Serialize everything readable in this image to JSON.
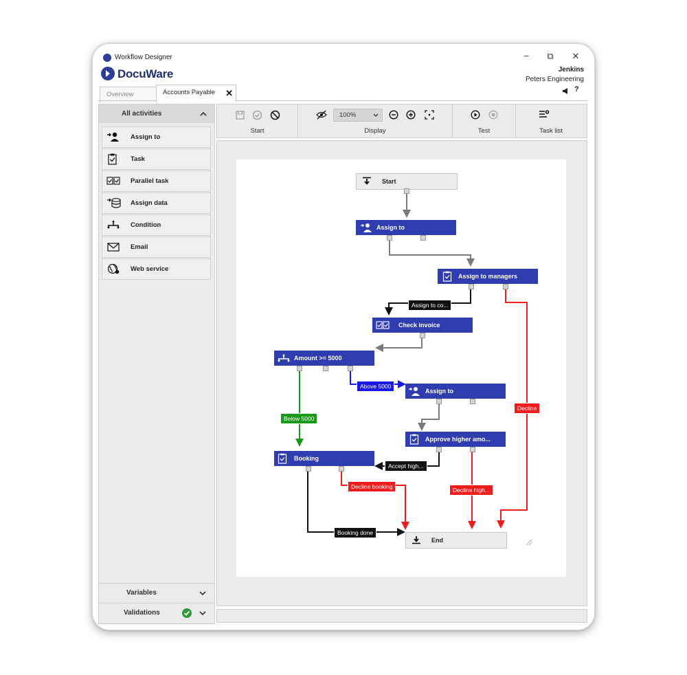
{
  "window": {
    "title": "Workflow Designer",
    "brand": "DocuWare",
    "controls": {
      "minimize": "−",
      "restore": "⧉",
      "close": "✕"
    }
  },
  "user": {
    "name": "Jenkins",
    "company": "Peters Engineering",
    "help": "?"
  },
  "tabs": [
    {
      "label": "Overview",
      "active": false
    },
    {
      "label": "Accounts Payable",
      "active": true,
      "close": "✕"
    }
  ],
  "sidebar": {
    "header": "All activities",
    "items": [
      {
        "label": "Assign to",
        "icon": "assign-user-icon"
      },
      {
        "label": "Task",
        "icon": "clipboard-check-icon"
      },
      {
        "label": "Parallel task",
        "icon": "parallel-task-icon"
      },
      {
        "label": "Assign data",
        "icon": "database-icon"
      },
      {
        "label": "Condition",
        "icon": "condition-icon"
      },
      {
        "label": "Email",
        "icon": "envelope-icon"
      },
      {
        "label": "Web service",
        "icon": "globe-icon"
      }
    ],
    "variables": "Variables",
    "validations": "Validations"
  },
  "ribbon": {
    "start_label": "Start",
    "display_label": "Display",
    "zoom": "100%",
    "test_label": "Test",
    "tasklist_label": "Task list"
  },
  "diagram": {
    "nodes": {
      "start": "Start",
      "assign_to_1": "Assign to",
      "assign_to_managers": "Assign to managers",
      "check_invoice": "Check invoice",
      "amount": "Amount >= 5000",
      "assign_to_2": "Assign to",
      "approve": "Approve higher amo...",
      "booking": "Booking",
      "end": "End"
    },
    "edges": {
      "assign_to_co": "Assign to co...",
      "above_5000": "Above 5000",
      "below_5000": "Below 5000",
      "decline": "Decline",
      "accept_high": "Accept high...",
      "decline_booking": "Decline booking",
      "decline_high": "Decline high...",
      "booking_done": "Booking done"
    },
    "colors": {
      "node": "#2f3db0",
      "red": "#f01c1c",
      "blue": "#1a1ae8",
      "green": "#189a18",
      "black": "#111111",
      "grey": "#7a7a7a"
    }
  }
}
